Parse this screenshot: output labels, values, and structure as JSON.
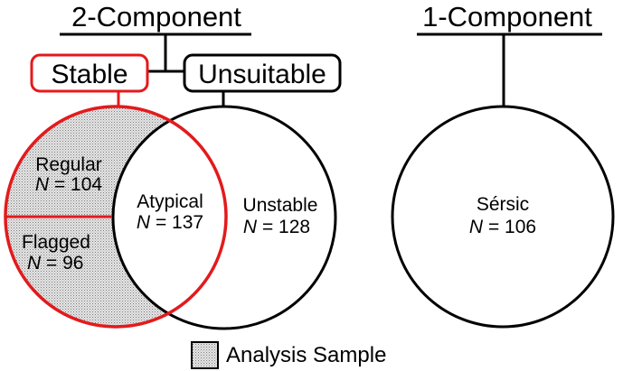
{
  "headers": {
    "two_component": "2-Component",
    "one_component": "1-Component"
  },
  "boxes": {
    "stable": "Stable",
    "unsuitable": "Unsuitable"
  },
  "regions": {
    "regular": {
      "label": "Regular",
      "n_label": "N",
      "n_value": "= 104"
    },
    "flagged": {
      "label": "Flagged",
      "n_label": "N",
      "n_value": "= 96"
    },
    "atypical": {
      "label": "Atypical",
      "n_label": "N",
      "n_value": "= 137"
    },
    "unstable": {
      "label": "Unstable",
      "n_label": "N",
      "n_value": "= 128"
    },
    "sersic": {
      "label": "Sérsic",
      "n_label": "N",
      "n_value": "= 106"
    }
  },
  "legend": {
    "label": "Analysis Sample"
  },
  "colors": {
    "stable_red": "#e31a1c",
    "line_black": "#000000",
    "stipple_fill": "#d4d4d4"
  }
}
